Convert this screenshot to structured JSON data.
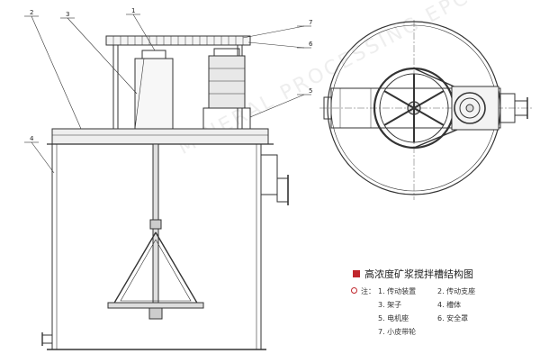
{
  "title": "高浓度矿浆搅拌槽结构图",
  "note_label": "注：",
  "legend": [
    "1. 传动装置",
    "2. 传动支座",
    "3. 架子",
    "4. 槽体",
    "5. 电机座",
    "6. 安全罩",
    "7. 小皮带轮"
  ],
  "callouts": [
    "1",
    "3",
    "2",
    "7",
    "6",
    "5",
    "4"
  ],
  "watermark": "MINERAL PROCESSING EPC",
  "colors": {
    "accent": "#c0272d",
    "line": "#333333",
    "fill": "#d9d9d9"
  }
}
